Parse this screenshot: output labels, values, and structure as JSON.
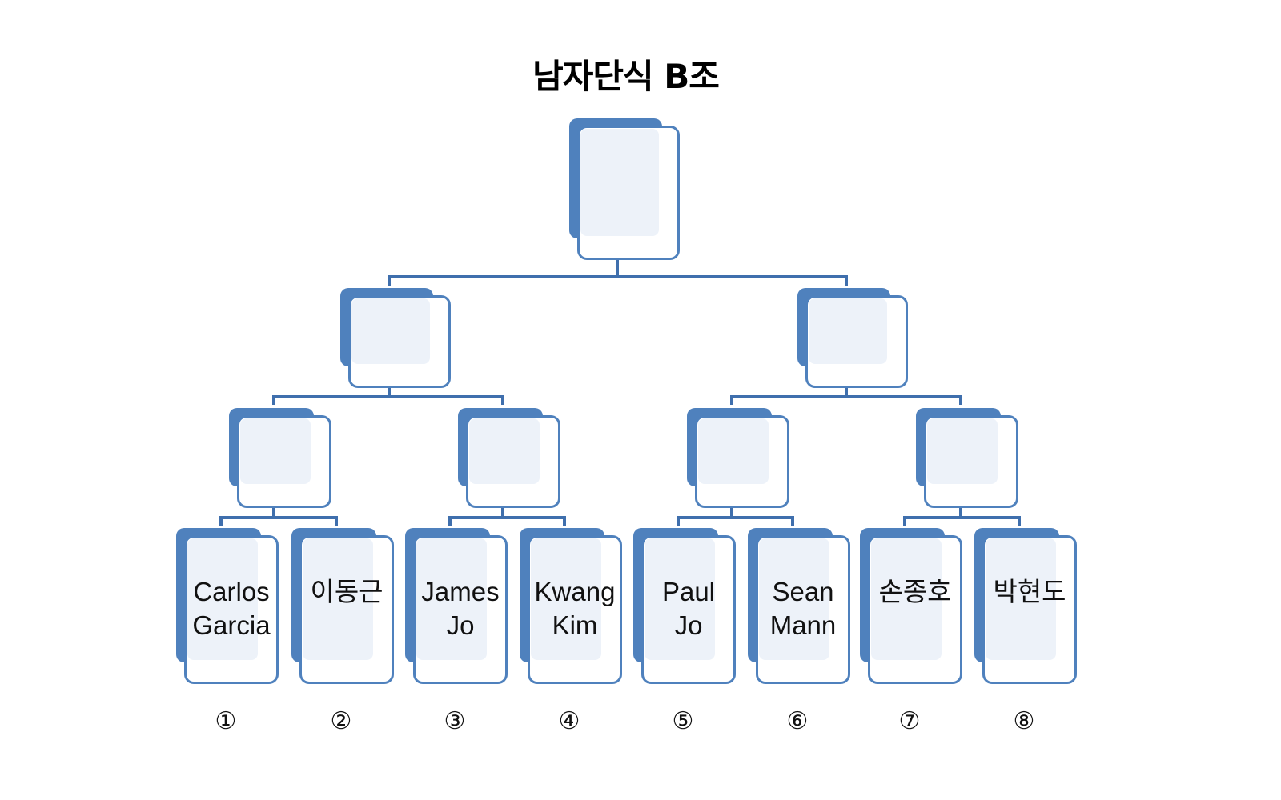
{
  "title": "남자단식 B조",
  "colors": {
    "accent": "#4f81bd",
    "line": "#3f6fad",
    "card_fill": "#edf2f9"
  },
  "bracket": {
    "final": {
      "label": ""
    },
    "semifinals": [
      {
        "label": ""
      },
      {
        "label": ""
      }
    ],
    "quarterfinals": [
      {
        "label": ""
      },
      {
        "label": ""
      },
      {
        "label": ""
      },
      {
        "label": ""
      }
    ],
    "players": [
      {
        "seed": "①",
        "name": "Carlos\nGarcia"
      },
      {
        "seed": "②",
        "name": "이동근"
      },
      {
        "seed": "③",
        "name": "James\nJo"
      },
      {
        "seed": "④",
        "name": "Kwang\nKim"
      },
      {
        "seed": "⑤",
        "name": "Paul\nJo"
      },
      {
        "seed": "⑥",
        "name": "Sean\nMann"
      },
      {
        "seed": "⑦",
        "name": "손종호"
      },
      {
        "seed": "⑧",
        "name": "박현도"
      }
    ]
  }
}
